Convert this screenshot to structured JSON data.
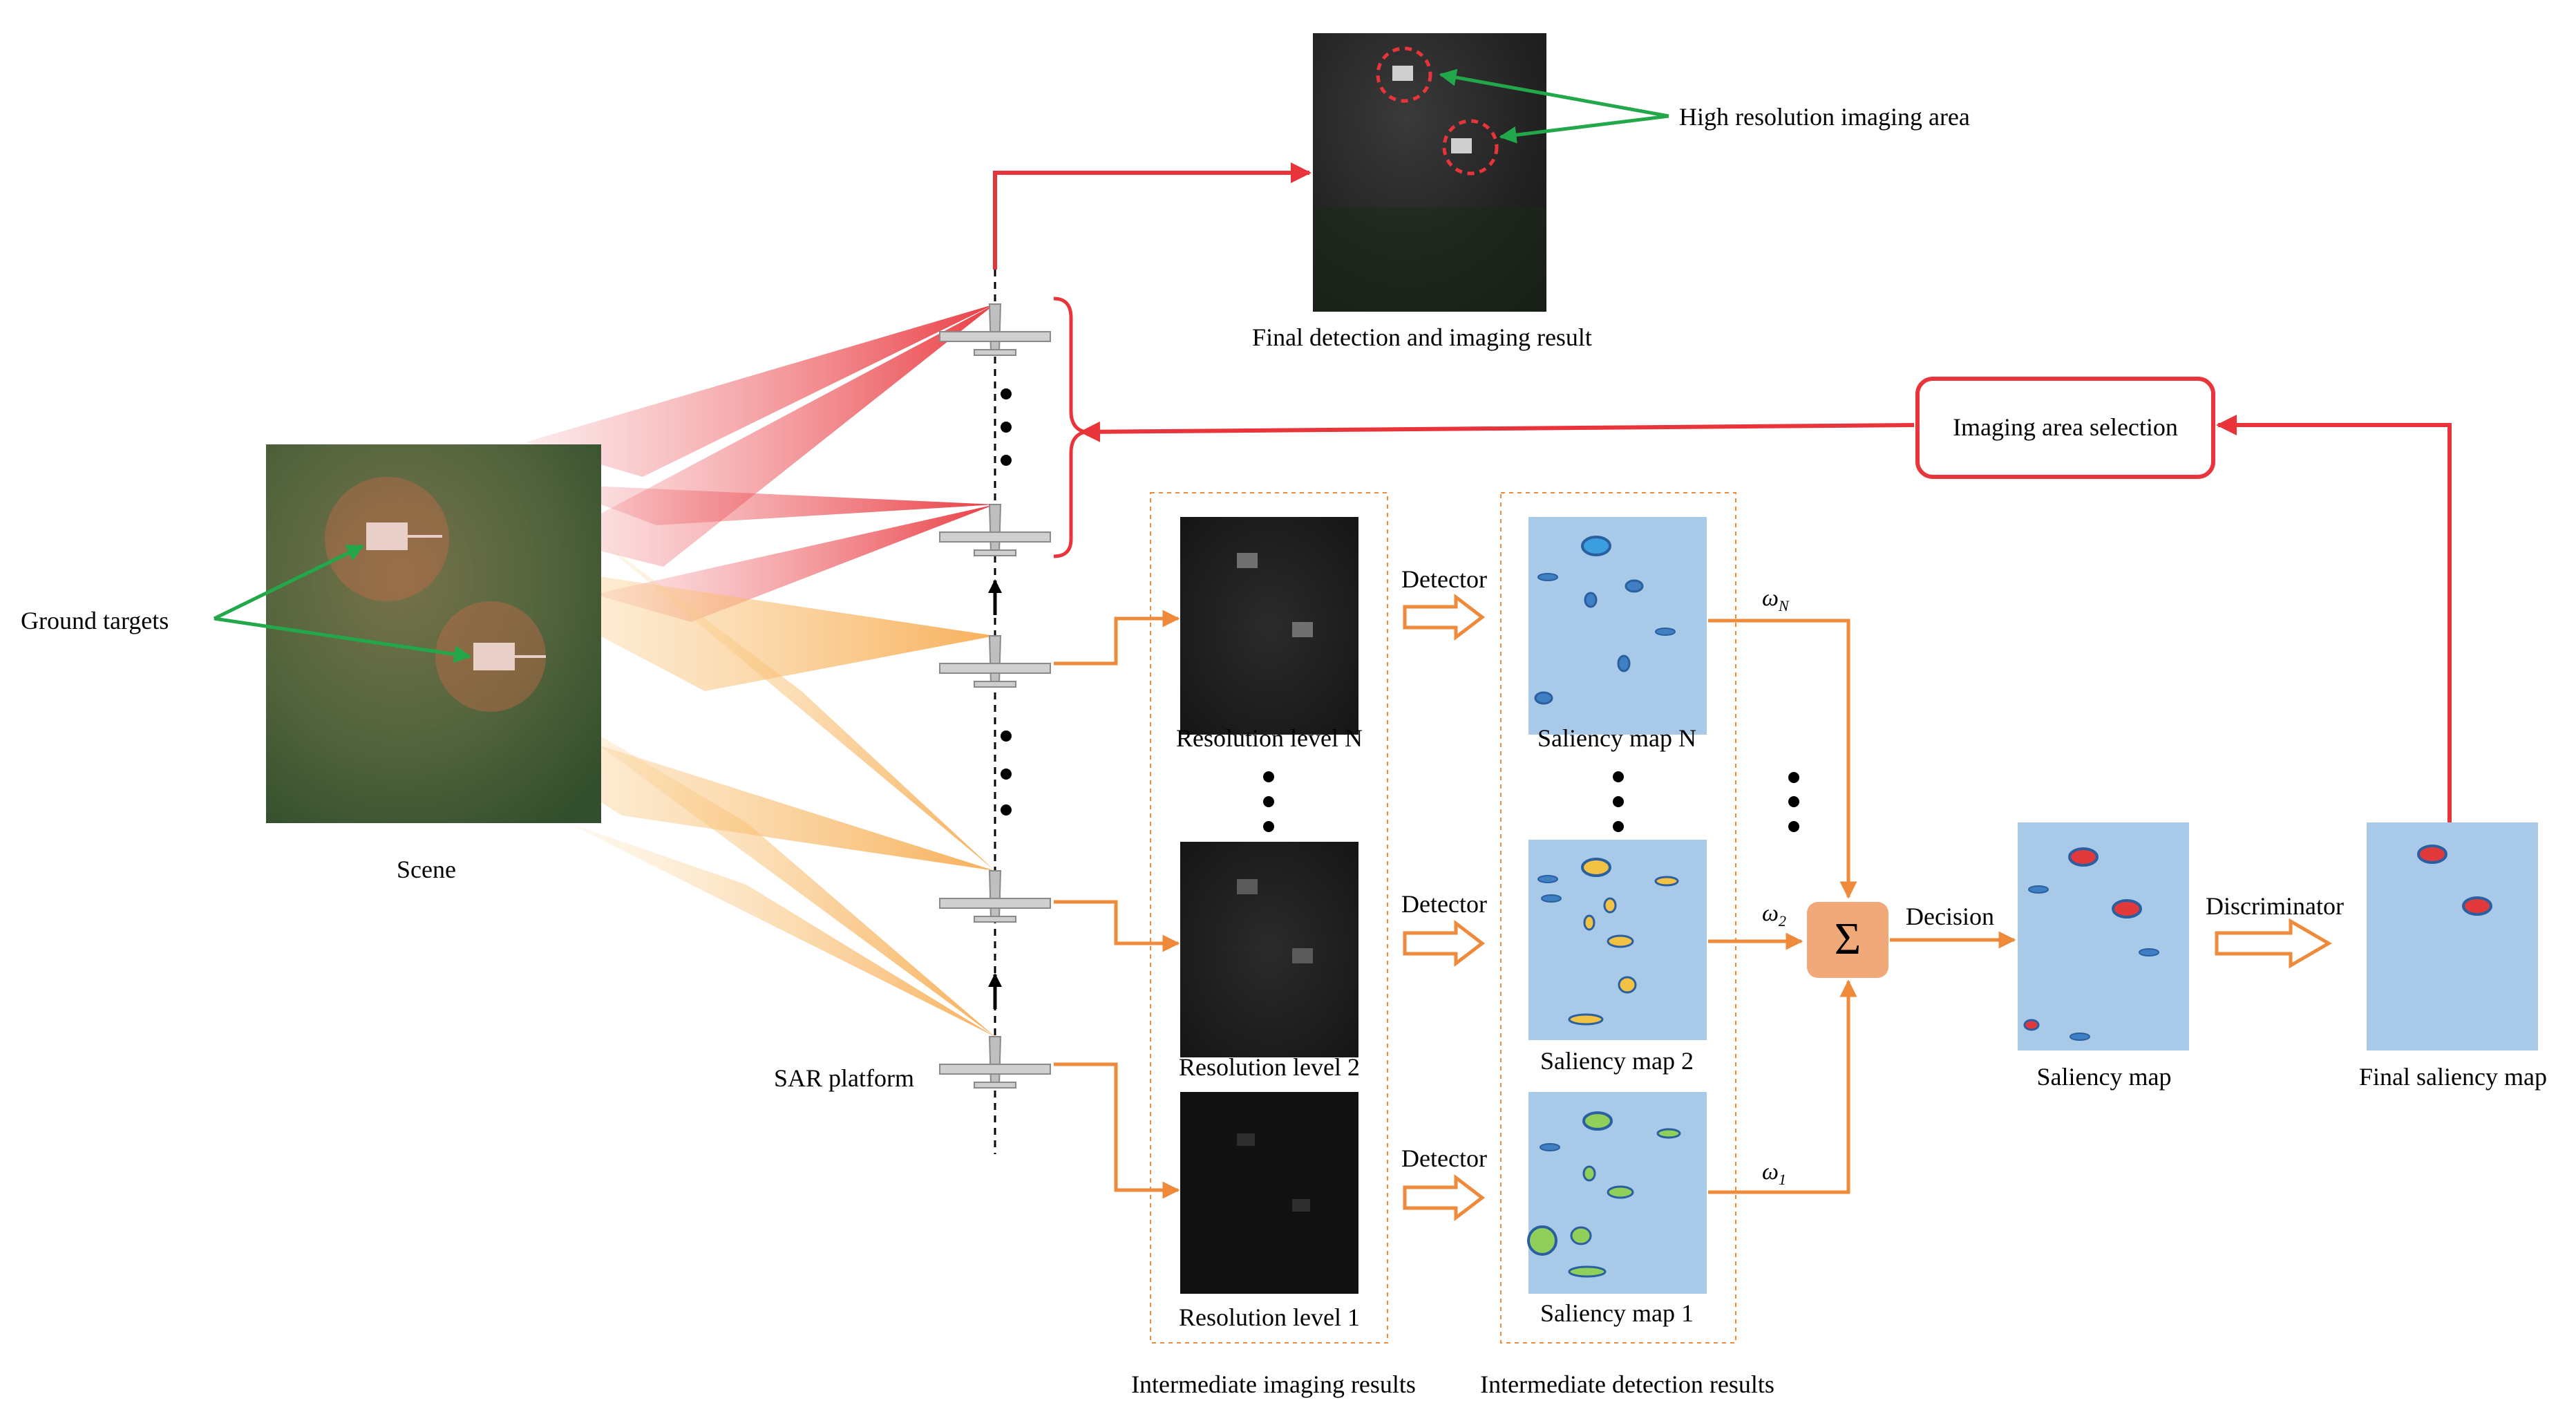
{
  "labels": {
    "ground_targets": "Ground targets",
    "scene": "Scene",
    "sar_platform": "SAR platform",
    "final_result": "Final detection and imaging result",
    "high_res_area": "High resolution imaging area",
    "imaging_area_selection": "Imaging area selection",
    "intermediate_imaging": "Intermediate imaging results",
    "intermediate_detection": "Intermediate detection results",
    "saliency_map": "Saliency map",
    "final_saliency_map": "Final saliency map",
    "decision": "Decision",
    "discriminator": "Discriminator",
    "sum_symbol": "Σ"
  },
  "levels": [
    {
      "resolution_label": "Resolution level N",
      "saliency_label": "Saliency map N",
      "detector_label": "Detector",
      "weight": "ω",
      "weight_sub": "N"
    },
    {
      "resolution_label": "Resolution level 2",
      "saliency_label": "Saliency map 2",
      "detector_label": "Detector",
      "weight": "ω",
      "weight_sub": "2"
    },
    {
      "resolution_label": "Resolution level 1",
      "saliency_label": "Saliency map 1",
      "detector_label": "Detector",
      "weight": "ω",
      "weight_sub": "1"
    }
  ],
  "colors": {
    "red": "#e8343a",
    "orange": "#ee8a3a",
    "green": "#22a84a",
    "map_bg": "#a9c9e8",
    "blob_blue": "#3f7fc4",
    "blob_yellow": "#f2c244",
    "blob_green": "#8fcf5a",
    "blob_red": "#e23a3c",
    "sum_box": "#f2a97a"
  }
}
